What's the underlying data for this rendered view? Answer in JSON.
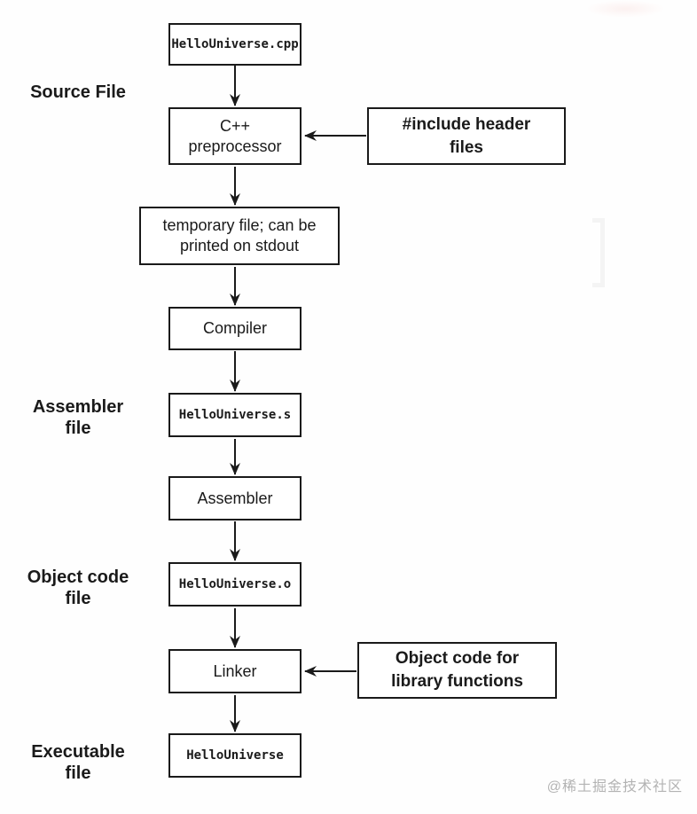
{
  "colors": {
    "line": "#1a1a1a",
    "text": "#1a1a1a",
    "box_background": "#ffffff",
    "watermark": "#b3b3b3"
  },
  "side_labels": {
    "source": {
      "lines": [
        "Source File"
      ]
    },
    "assembler": {
      "lines": [
        "Assembler",
        "file"
      ]
    },
    "object_code": {
      "lines": [
        "Object code",
        "file"
      ]
    },
    "executable": {
      "lines": [
        "Executable",
        "file"
      ]
    }
  },
  "nodes": {
    "source_file": {
      "label": "HelloUniverse.cpp"
    },
    "preprocessor": {
      "lines": [
        "C++",
        "preprocessor"
      ]
    },
    "include_note": {
      "lines": [
        "#include header",
        "files"
      ]
    },
    "temp_file": {
      "lines": [
        "temporary file; can be",
        "printed on stdout"
      ]
    },
    "compiler": {
      "label": "Compiler"
    },
    "assembly_file": {
      "label": "HelloUniverse.s"
    },
    "assembler": {
      "label": "Assembler"
    },
    "object_file": {
      "label": "HelloUniverse.o"
    },
    "linker": {
      "label": "Linker"
    },
    "library_note": {
      "lines": [
        "Object code for",
        "library functions"
      ]
    },
    "executable_file": {
      "label": "HelloUniverse"
    }
  },
  "watermark": {
    "text": "@稀土掘金技术社区"
  }
}
